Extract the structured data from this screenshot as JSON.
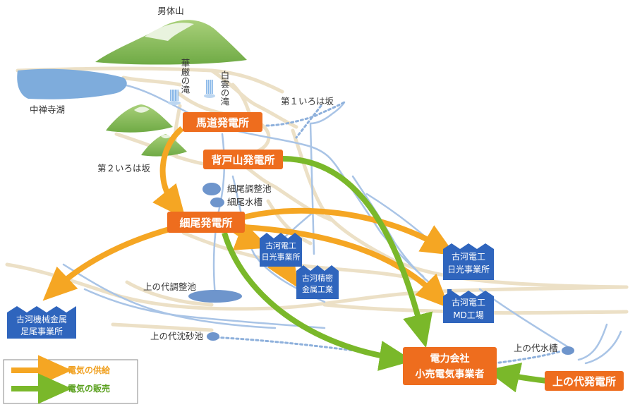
{
  "places": {
    "nantaisan": "男体山",
    "chuzenji": "中禅寺湖",
    "kegon": "華厳の滝",
    "shiraguma": "白雲の滝",
    "iroha1": "第１いろは坂",
    "iroha2": "第２いろは坂",
    "hosoo_pond": "細尾調整池",
    "hosoo_tank": "細尾水槽",
    "kamishiro_pond": "上の代調整池",
    "kamishiro_sand": "上の代沈砂池",
    "kamishiro_tank": "上の代水槽"
  },
  "plants": {
    "umamichi": "馬道発電所",
    "sedoyama": "背戸山発電所",
    "hosoo": "細尾発電所",
    "kamishiro": "上の代発電所"
  },
  "facilities": {
    "furukawa_nikko_1": [
      "古河電工",
      "日光事業所"
    ],
    "furukawa_nikko_2": [
      "古河電工",
      "日光事業所"
    ],
    "furukawa_seimitsu": [
      "古河精密",
      "金属工業"
    ],
    "furukawa_md": [
      "古河電工",
      "MD工場"
    ],
    "furukawa_kikai": [
      "古河機械金属",
      "足尾事業所"
    ]
  },
  "power_company": [
    "電力会社",
    "小売電気事業者"
  ],
  "legend": {
    "supply": "電気の供給",
    "sale": "電気の販売"
  },
  "colors": {
    "supply_arrow": "#f5a623",
    "sale_arrow": "#7ab82a",
    "plant_box": "#ee6d1e",
    "facility_box": "#3a6fc4",
    "water": "#8fb1dc",
    "road": "#ece0c6",
    "mountain": "#92c36a"
  }
}
